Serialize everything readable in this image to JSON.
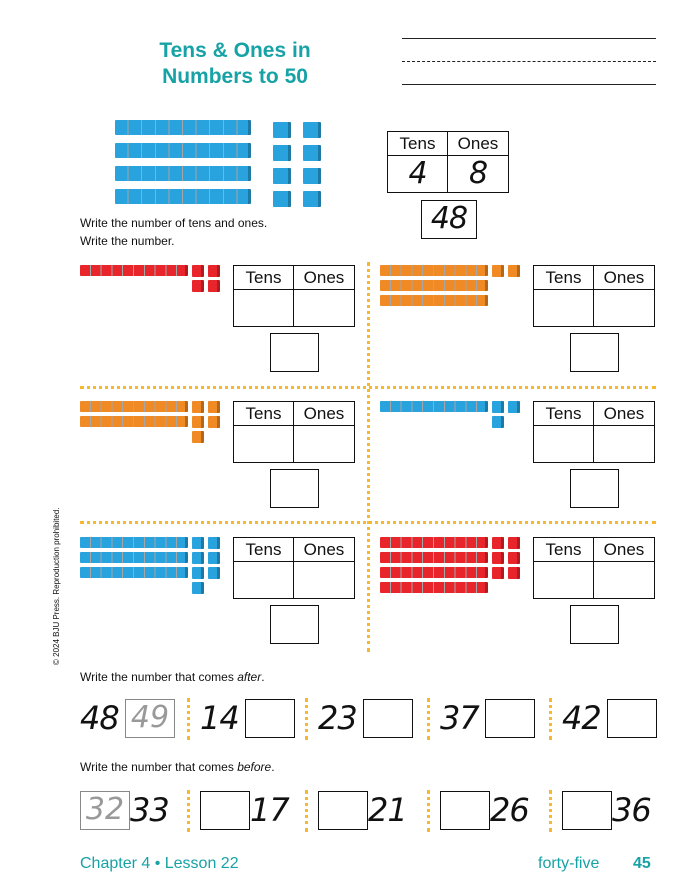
{
  "title": {
    "line1": "Tens & Ones in",
    "line2": "Numbers to 50"
  },
  "example": {
    "color": "#29a3dd",
    "tens": 4,
    "ones": 8,
    "header_tens": "Tens",
    "header_ones": "Ones",
    "tens_value": "4",
    "ones_value": "8",
    "number": "48"
  },
  "instructions": {
    "line1": "Write the number of tens and ones.",
    "line2": "Write the number."
  },
  "problems": [
    {
      "color": "#e8252b",
      "tens": 1,
      "ones": 4,
      "header_tens": "Tens",
      "header_ones": "Ones"
    },
    {
      "color": "#f08a24",
      "tens": 3,
      "ones": 2,
      "header_tens": "Tens",
      "header_ones": "Ones"
    },
    {
      "color": "#f08a24",
      "tens": 2,
      "ones": 5,
      "header_tens": "Tens",
      "header_ones": "Ones"
    },
    {
      "color": "#29a3dd",
      "tens": 1,
      "ones": 3,
      "header_tens": "Tens",
      "header_ones": "Ones"
    },
    {
      "color": "#29a3dd",
      "tens": 3,
      "ones": 7,
      "header_tens": "Tens",
      "header_ones": "Ones"
    },
    {
      "color": "#e8252b",
      "tens": 4,
      "ones": 6,
      "header_tens": "Tens",
      "header_ones": "Ones"
    }
  ],
  "after": {
    "prompt": "Write the number that comes ",
    "prompt_em": "after",
    "prompt_end": ".",
    "items": [
      {
        "given": "48",
        "answer": "49"
      },
      {
        "given": "14"
      },
      {
        "given": "23"
      },
      {
        "given": "37"
      },
      {
        "given": "42"
      }
    ]
  },
  "before": {
    "prompt": "Write the number that comes ",
    "prompt_em": "before",
    "prompt_end": ".",
    "items": [
      {
        "given": "33",
        "answer": "32"
      },
      {
        "given": "17"
      },
      {
        "given": "21"
      },
      {
        "given": "26"
      },
      {
        "given": "36"
      }
    ]
  },
  "copyright": "© 2024 BJU Press. Reproduction prohibited.",
  "footer": {
    "chapter": "Chapter 4 • Lesson 22",
    "page_word": "forty-five",
    "page_number": "45"
  }
}
